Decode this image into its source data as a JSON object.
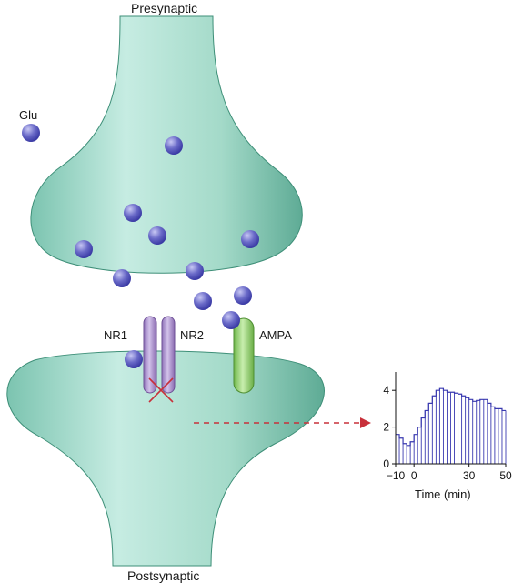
{
  "labels": {
    "presynaptic": "Presynaptic",
    "postsynaptic": "Postsynaptic",
    "glu": "Glu",
    "nr1": "NR1",
    "nr2": "NR2",
    "ampa": "AMPA"
  },
  "colors": {
    "terminal_fill": "#a8dccd",
    "terminal_stroke": "#3e8f78",
    "glutamate": "#4f4fb0",
    "nmda_receptor": "#a98ccc",
    "ampa_receptor": "#8fcf6a",
    "block_mark": "#c8303a",
    "arrow": "#c8303a",
    "plot_line": "#3a3ab0"
  },
  "inset_chart": {
    "chart_data": {
      "type": "bar",
      "xlabel": "Time (min)",
      "ylabel": "",
      "xlim": [
        -10,
        50
      ],
      "ylim": [
        0,
        5
      ],
      "x_ticks": [
        -10,
        0,
        30,
        50
      ],
      "y_ticks": [
        0,
        2,
        4
      ],
      "x": [
        -10,
        -8,
        -6,
        -4,
        -2,
        0,
        2,
        4,
        6,
        8,
        10,
        12,
        14,
        16,
        18,
        20,
        22,
        24,
        26,
        28,
        30,
        32,
        34,
        36,
        38,
        40,
        42,
        44,
        46,
        48,
        50
      ],
      "values": [
        1.6,
        1.4,
        1.1,
        1.0,
        1.2,
        1.6,
        2.0,
        2.5,
        2.9,
        3.3,
        3.7,
        4.0,
        4.1,
        4.0,
        3.9,
        3.9,
        3.85,
        3.8,
        3.7,
        3.6,
        3.5,
        3.4,
        3.45,
        3.5,
        3.5,
        3.3,
        3.1,
        3.0,
        3.0,
        2.9,
        2.9
      ]
    }
  }
}
